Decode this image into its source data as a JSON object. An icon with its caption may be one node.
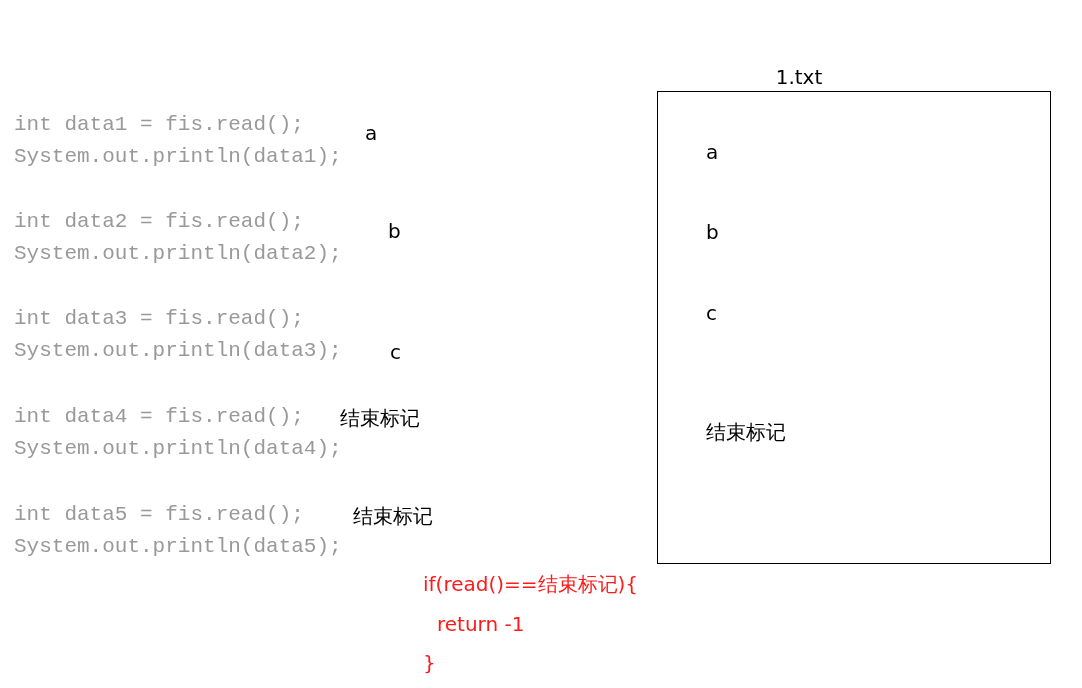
{
  "diagram": {
    "nodes": [
      {
        "text": [
          "1.txt",
          "a",
          "b",
          "c",
          "结束标记"
        ]
      }
    ],
    "edges": [],
    "labels": [
      "int data1 = fis.read();",
      "a",
      "System.out.println(data1);",
      "int data2 = fis.read();",
      "b",
      "System.out.println(data2);",
      "int data3 = fis.read();",
      "System.out.println(data3);",
      "c",
      "int data4 = fis.read();",
      "结束标记",
      "System.out.println(data4);",
      "int data5 = fis.read();",
      "结束标记",
      "System.out.println(data5);",
      "if(read()==结束标记){",
      "return -1",
      "}"
    ]
  }
}
